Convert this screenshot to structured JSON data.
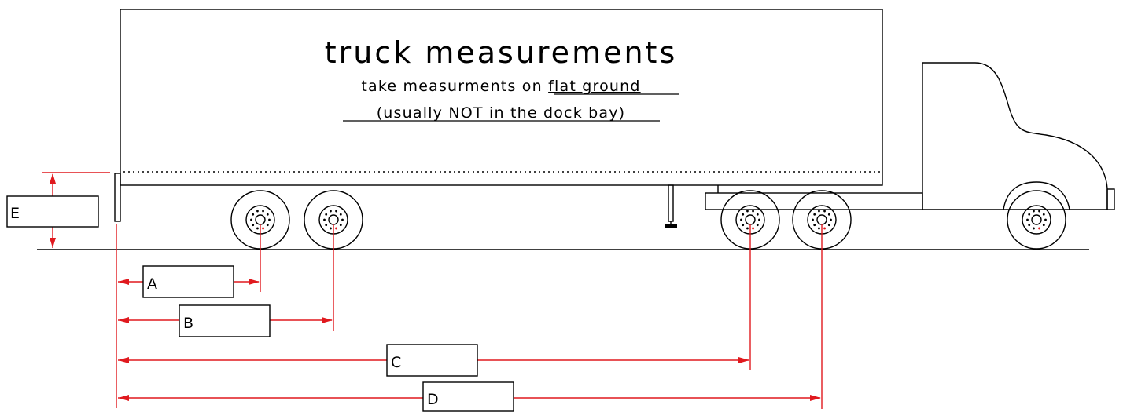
{
  "title": "truck measurements",
  "subtitle": {
    "prefix": "take measurments on ",
    "underlined": "flat ground",
    "line2": "(usually NOT in the dock bay)"
  },
  "fields": [
    {
      "label": "A",
      "value": ""
    },
    {
      "label": "B",
      "value": ""
    },
    {
      "label": "C",
      "value": ""
    },
    {
      "label": "D",
      "value": ""
    },
    {
      "label": "E",
      "value": ""
    }
  ],
  "colors": {
    "dimension": "#e0191e",
    "ink": "#000000",
    "background": "#ffffff"
  }
}
